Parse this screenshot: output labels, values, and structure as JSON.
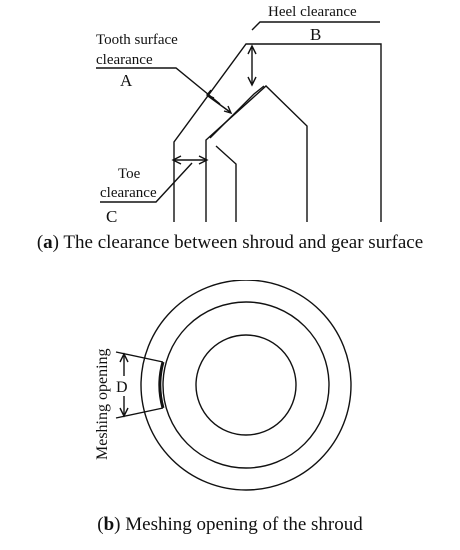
{
  "figure_a": {
    "labels": {
      "heel": "Heel clearance",
      "heel_letter": "B",
      "tooth_line1": "Tooth surface",
      "tooth_line2": "clearance",
      "tooth_letter": "A",
      "toe_line1": "Toe",
      "toe_line2": "clearance",
      "toe_letter": "C"
    },
    "caption_letter": "a",
    "caption_text": " The clearance between shroud and gear surface"
  },
  "figure_b": {
    "labels": {
      "meshing_opening": "Meshing opening",
      "dimension_letter": "D"
    },
    "caption_letter": "b",
    "caption_text": " Meshing opening of the shroud"
  }
}
